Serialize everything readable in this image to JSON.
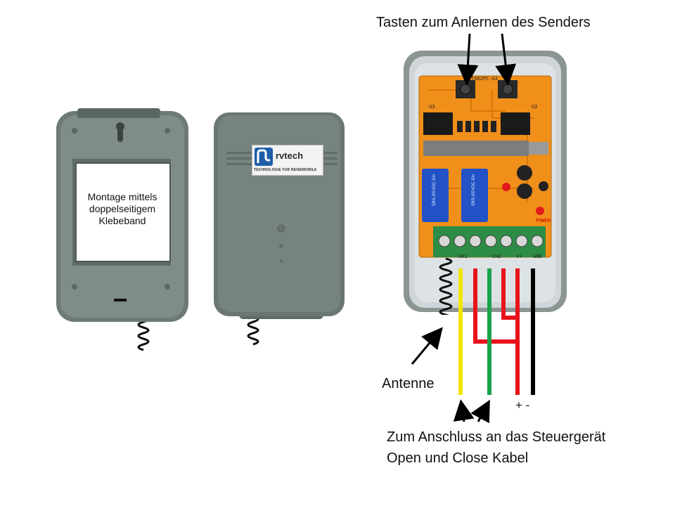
{
  "callouts": {
    "buttons_label": "Tasten zum Anlernen des Senders",
    "antenna_label": "Antenne",
    "polarity_label": "+ -",
    "connection_line1": "Zum Anschluss an das Steuergerät",
    "connection_line2": "Open und Close Kabel",
    "mounting_label_line1": "Montage mittels",
    "mounting_label_line2": "doppelseitigem",
    "mounting_label_line3": "Klebeband"
  },
  "logo": {
    "brand": "rvtech",
    "tagline": "TECHNOLOGIE FÜR REISEMOBILE"
  },
  "pcb": {
    "board_id": "T402PC-U2",
    "ic_u3": "U3",
    "ic_u2": "U2",
    "relay1_text": "SRS-05VDC-SH",
    "relay2_text": "SRS-05VDC-SH",
    "terminal_labels": [
      "CH1",
      "CH2",
      "V+",
      "GND"
    ],
    "power_label": "POWER"
  },
  "wire_colors": {
    "yellow": "#f2e600",
    "red": "#e8141b",
    "green": "#19a34a",
    "black": "#000000"
  }
}
